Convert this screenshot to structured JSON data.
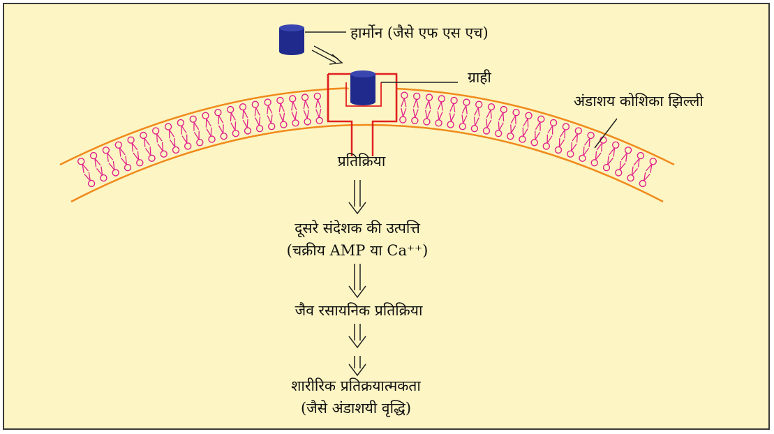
{
  "labels": {
    "hormone": "हार्मोन (जैसे एफ एस एच)",
    "receptor": "ग्राही",
    "membrane": "अंडाशय कोशिका झिल्ली",
    "reaction": "प्रतिक्रिया",
    "second_messenger_line1": "दूसरे संदेशक की उत्पत्ति",
    "second_messenger_line2": "(चक्रीय AMP या Ca⁺⁺)",
    "biochemical": "जैव रसायनिक प्रतिक्रिया",
    "physiological_line1": "शारीरिक प्रतिक्रयात्मकता",
    "physiological_line2": "(जैसे अंडाशयी वृद्धि)"
  },
  "colors": {
    "background": "#fdf5c4",
    "membrane_edge": "#f08a1c",
    "lipid": "#e0208c",
    "receptor": "#e02020",
    "hormone": "#1f2a8c",
    "arrow": "#222222"
  }
}
